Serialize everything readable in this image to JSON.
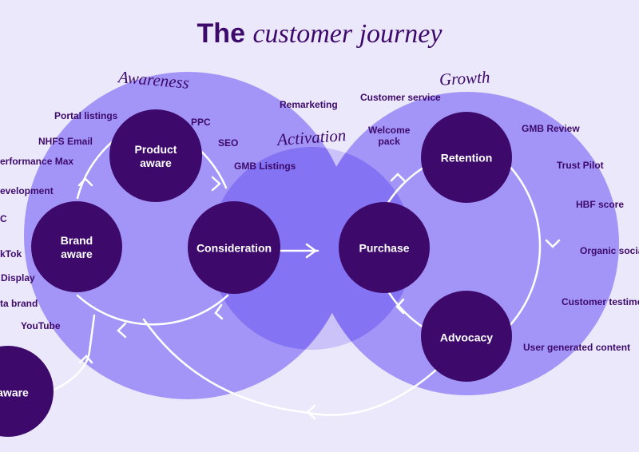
{
  "title": {
    "main": "The",
    "italic": "customer journey"
  },
  "phases": {
    "awareness": "Awareness",
    "activation": "Activation",
    "growth": "Growth"
  },
  "nodes": {
    "product_aware": "Product\naware",
    "brand_aware": "Brand\naware",
    "consideration": "Consideration",
    "purchase": "Purchase",
    "retention": "Retention",
    "advocacy": "Advocacy",
    "unaware": "aware"
  },
  "awareness_channels": {
    "portal_listings": "Portal listings",
    "ppc": "PPC",
    "seo": "SEO",
    "nhfs_email": "NHFS Email",
    "performance_max": "erformance Max",
    "gmb_listings": "GMB Listings",
    "development": "evelopment",
    "c": "C",
    "tiktok": "kTok",
    "display": "Display",
    "meta_brand": "ta brand",
    "youtube": "YouTube"
  },
  "activation_channels": {
    "remarketing": "Remarketing",
    "customer_service": "Customer service",
    "welcome_pack": "Welcome\npack"
  },
  "growth_channels": {
    "gmb_review": "GMB Review",
    "trust_pilot": "Trust Pilot",
    "hbf_score": "HBF score",
    "organic_social": "Organic socia",
    "customer_testimonials": "Customer testime",
    "user_generated_content": "User generated content"
  },
  "colors": {
    "background": "#ebe8fb",
    "circle_fill": "#a395f7",
    "activation_fill": "#cac2f8",
    "overlap_fill": "#8473f2",
    "node_fill": "#3d0a6b",
    "text": "#3d0a6b",
    "arrow": "#ffffff"
  }
}
